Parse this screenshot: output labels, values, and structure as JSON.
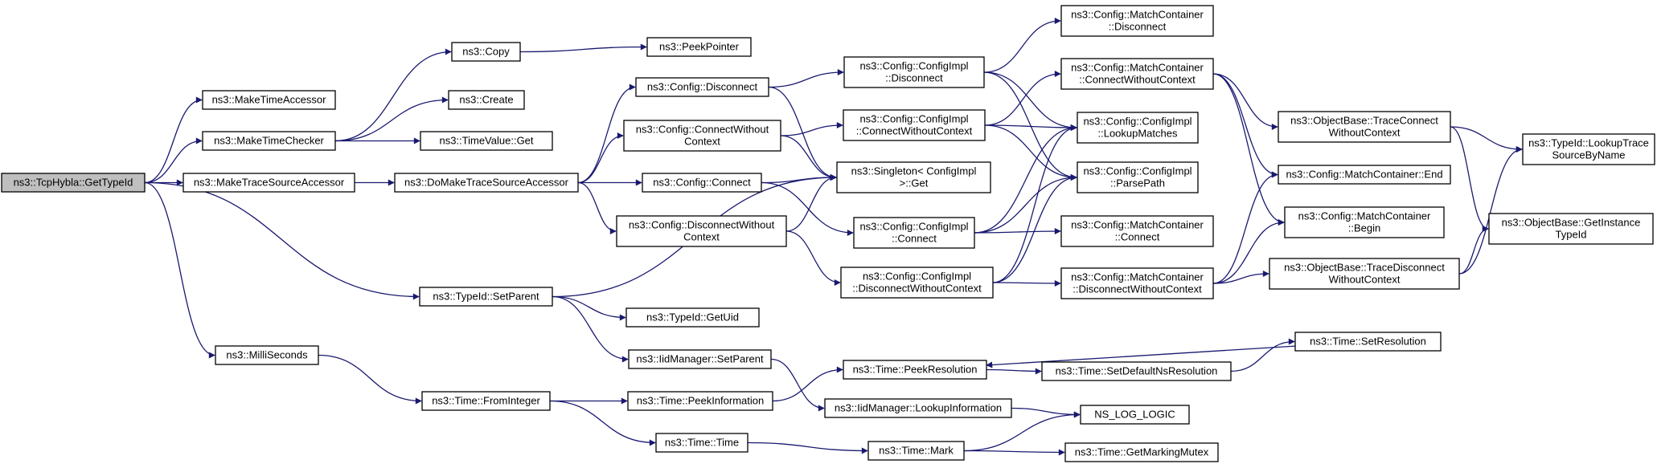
{
  "diagram": {
    "type": "call-graph",
    "edge_color": "#191970",
    "root_fill": "#bfbfbf",
    "nodes": [
      {
        "id": "root",
        "lines": [
          "ns3::TcpHybla::GetTypeId"
        ],
        "root": true
      },
      {
        "id": "makeTimeAccessor",
        "lines": [
          "ns3::MakeTimeAccessor"
        ]
      },
      {
        "id": "makeTimeChecker",
        "lines": [
          "ns3::MakeTimeChecker"
        ]
      },
      {
        "id": "makeTraceSourceAccessor",
        "lines": [
          "ns3::MakeTraceSourceAccessor"
        ]
      },
      {
        "id": "typeIdSetParent",
        "lines": [
          "ns3::TypeId::SetParent"
        ]
      },
      {
        "id": "milliSeconds",
        "lines": [
          "ns3::MilliSeconds"
        ]
      },
      {
        "id": "copy",
        "lines": [
          "ns3::Copy"
        ]
      },
      {
        "id": "create",
        "lines": [
          "ns3::Create"
        ]
      },
      {
        "id": "timeValueGet",
        "lines": [
          "ns3::TimeValue::Get"
        ]
      },
      {
        "id": "peekPointer",
        "lines": [
          "ns3::PeekPointer"
        ]
      },
      {
        "id": "doMakeTraceSourceAccessor",
        "lines": [
          "ns3::DoMakeTraceSourceAccessor"
        ]
      },
      {
        "id": "configDisconnect",
        "lines": [
          "ns3::Config::Disconnect"
        ]
      },
      {
        "id": "configConnectWithoutContext",
        "lines": [
          "ns3::Config::ConnectWithout",
          "Context"
        ]
      },
      {
        "id": "configConnect",
        "lines": [
          "ns3::Config::Connect"
        ]
      },
      {
        "id": "configDisconnectWithoutContext",
        "lines": [
          "ns3::Config::DisconnectWithout",
          "Context"
        ]
      },
      {
        "id": "singletonGet",
        "lines": [
          "ns3::Singleton< ConfigImpl",
          " >::Get"
        ]
      },
      {
        "id": "implDisconnect",
        "lines": [
          "ns3::Config::ConfigImpl",
          "::Disconnect"
        ]
      },
      {
        "id": "implConnectWithoutContext",
        "lines": [
          "ns3::Config::ConfigImpl",
          "::ConnectWithoutContext"
        ]
      },
      {
        "id": "implConnect",
        "lines": [
          "ns3::Config::ConfigImpl",
          "::Connect"
        ]
      },
      {
        "id": "implDisconnectWithoutContext",
        "lines": [
          "ns3::Config::ConfigImpl",
          "::DisconnectWithoutContext"
        ]
      },
      {
        "id": "mcDisconnect",
        "lines": [
          "ns3::Config::MatchContainer",
          "::Disconnect"
        ]
      },
      {
        "id": "mcConnectWithoutContext",
        "lines": [
          "ns3::Config::MatchContainer",
          "::ConnectWithoutContext"
        ]
      },
      {
        "id": "implLookupMatches",
        "lines": [
          "ns3::Config::ConfigImpl",
          "::LookupMatches"
        ]
      },
      {
        "id": "implParsePath",
        "lines": [
          "ns3::Config::ConfigImpl",
          "::ParsePath"
        ]
      },
      {
        "id": "mcConnect",
        "lines": [
          "ns3::Config::MatchContainer",
          "::Connect"
        ]
      },
      {
        "id": "mcDisconnectWithoutContext",
        "lines": [
          "ns3::Config::MatchContainer",
          "::DisconnectWithoutContext"
        ]
      },
      {
        "id": "obTraceConnectWithoutContext",
        "lines": [
          "ns3::ObjectBase::TraceConnect",
          "WithoutContext"
        ]
      },
      {
        "id": "mcEnd",
        "lines": [
          "ns3::Config::MatchContainer::End"
        ]
      },
      {
        "id": "mcBegin",
        "lines": [
          "ns3::Config::MatchContainer",
          "::Begin"
        ]
      },
      {
        "id": "obTraceDisconnectWithoutContext",
        "lines": [
          "ns3::ObjectBase::TraceDisconnect",
          "WithoutContext"
        ]
      },
      {
        "id": "typeIdLookupTraceSourceByName",
        "lines": [
          "ns3::TypeId::LookupTrace",
          "SourceByName"
        ]
      },
      {
        "id": "obGetInstanceTypeId",
        "lines": [
          "ns3::ObjectBase::GetInstance",
          "TypeId"
        ]
      },
      {
        "id": "typeIdGetUid",
        "lines": [
          "ns3::TypeId::GetUid"
        ]
      },
      {
        "id": "iidSetParent",
        "lines": [
          "ns3::IidManager::SetParent"
        ]
      },
      {
        "id": "iidLookupInformation",
        "lines": [
          "ns3::IidManager::LookupInformation"
        ]
      },
      {
        "id": "timeFromInteger",
        "lines": [
          "ns3::Time::FromInteger"
        ]
      },
      {
        "id": "timePeekInformation",
        "lines": [
          "ns3::Time::PeekInformation"
        ]
      },
      {
        "id": "timeTime",
        "lines": [
          "ns3::Time::Time"
        ]
      },
      {
        "id": "timePeekResolution",
        "lines": [
          "ns3::Time::PeekResolution"
        ]
      },
      {
        "id": "timeSetDefaultNsResolution",
        "lines": [
          "ns3::Time::SetDefaultNsResolution"
        ]
      },
      {
        "id": "timeSetResolution",
        "lines": [
          "ns3::Time::SetResolution"
        ]
      },
      {
        "id": "nsLogLogic",
        "lines": [
          "NS_LOG_LOGIC"
        ]
      },
      {
        "id": "timeMark",
        "lines": [
          "ns3::Time::Mark"
        ]
      },
      {
        "id": "timeGetMarkingMutex",
        "lines": [
          "ns3::Time::GetMarkingMutex"
        ]
      }
    ],
    "edges": [
      [
        "root",
        "makeTimeAccessor"
      ],
      [
        "root",
        "makeTimeChecker"
      ],
      [
        "root",
        "makeTraceSourceAccessor"
      ],
      [
        "root",
        "typeIdSetParent"
      ],
      [
        "root",
        "milliSeconds"
      ],
      [
        "makeTimeChecker",
        "copy"
      ],
      [
        "makeTimeChecker",
        "create"
      ],
      [
        "makeTimeChecker",
        "timeValueGet"
      ],
      [
        "copy",
        "peekPointer"
      ],
      [
        "makeTraceSourceAccessor",
        "doMakeTraceSourceAccessor"
      ],
      [
        "doMakeTraceSourceAccessor",
        "configDisconnect"
      ],
      [
        "doMakeTraceSourceAccessor",
        "configConnectWithoutContext"
      ],
      [
        "doMakeTraceSourceAccessor",
        "configConnect"
      ],
      [
        "doMakeTraceSourceAccessor",
        "configDisconnectWithoutContext"
      ],
      [
        "configDisconnect",
        "implDisconnect"
      ],
      [
        "configDisconnect",
        "singletonGet"
      ],
      [
        "configConnectWithoutContext",
        "implConnectWithoutContext"
      ],
      [
        "configConnectWithoutContext",
        "singletonGet"
      ],
      [
        "configConnect",
        "singletonGet"
      ],
      [
        "configConnect",
        "implConnect"
      ],
      [
        "configDisconnectWithoutContext",
        "singletonGet"
      ],
      [
        "configDisconnectWithoutContext",
        "implDisconnectWithoutContext"
      ],
      [
        "implDisconnect",
        "mcDisconnect"
      ],
      [
        "implDisconnect",
        "implLookupMatches"
      ],
      [
        "implDisconnect",
        "implParsePath"
      ],
      [
        "implConnectWithoutContext",
        "mcConnectWithoutContext"
      ],
      [
        "implConnectWithoutContext",
        "implLookupMatches"
      ],
      [
        "implConnectWithoutContext",
        "implParsePath"
      ],
      [
        "implConnect",
        "implLookupMatches"
      ],
      [
        "implConnect",
        "implParsePath"
      ],
      [
        "implConnect",
        "mcConnect"
      ],
      [
        "implDisconnectWithoutContext",
        "implLookupMatches"
      ],
      [
        "implDisconnectWithoutContext",
        "implParsePath"
      ],
      [
        "implDisconnectWithoutContext",
        "mcDisconnectWithoutContext"
      ],
      [
        "mcConnectWithoutContext",
        "obTraceConnectWithoutContext"
      ],
      [
        "mcConnectWithoutContext",
        "mcEnd"
      ],
      [
        "mcConnectWithoutContext",
        "mcBegin"
      ],
      [
        "mcDisconnectWithoutContext",
        "mcEnd"
      ],
      [
        "mcDisconnectWithoutContext",
        "mcBegin"
      ],
      [
        "mcDisconnectWithoutContext",
        "obTraceDisconnectWithoutContext"
      ],
      [
        "obTraceConnectWithoutContext",
        "typeIdLookupTraceSourceByName"
      ],
      [
        "obTraceConnectWithoutContext",
        "obGetInstanceTypeId"
      ],
      [
        "obTraceDisconnectWithoutContext",
        "typeIdLookupTraceSourceByName"
      ],
      [
        "obTraceDisconnectWithoutContext",
        "obGetInstanceTypeId"
      ],
      [
        "typeIdSetParent",
        "singletonGet"
      ],
      [
        "typeIdSetParent",
        "typeIdGetUid"
      ],
      [
        "typeIdSetParent",
        "iidSetParent"
      ],
      [
        "iidSetParent",
        "iidLookupInformation"
      ],
      [
        "iidLookupInformation",
        "nsLogLogic"
      ],
      [
        "milliSeconds",
        "timeFromInteger"
      ],
      [
        "timeFromInteger",
        "timePeekInformation"
      ],
      [
        "timeFromInteger",
        "timeTime"
      ],
      [
        "timePeekInformation",
        "timePeekResolution"
      ],
      [
        "timePeekResolution",
        "timeSetDefaultNsResolution"
      ],
      [
        "timeSetDefaultNsResolution",
        "timeSetResolution"
      ],
      [
        "timeSetResolution",
        "timePeekResolution"
      ],
      [
        "timeTime",
        "timeMark"
      ],
      [
        "timeMark",
        "nsLogLogic"
      ],
      [
        "timeMark",
        "timeGetMarkingMutex"
      ]
    ]
  }
}
